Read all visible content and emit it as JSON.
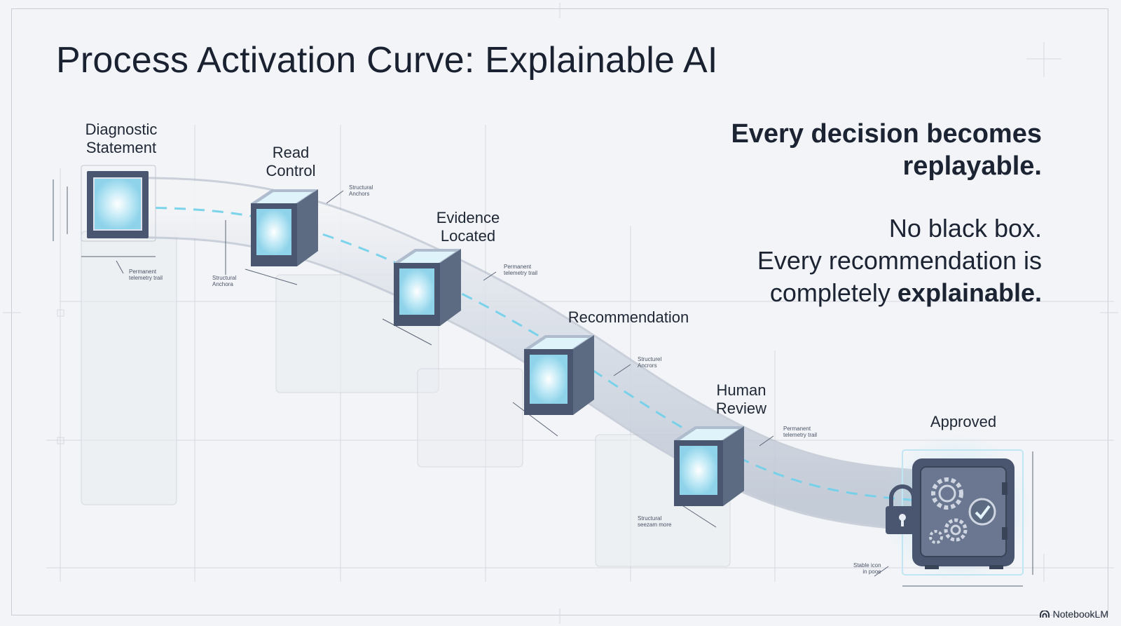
{
  "title": "Process Activation Curve: Explainable AI",
  "stages": [
    {
      "line1": "Diagnostic",
      "line2": "Statement"
    },
    {
      "line1": "Read",
      "line2": "Control"
    },
    {
      "line1": "Evidence",
      "line2": "Located"
    },
    {
      "line1": "Recommendation",
      "line2": ""
    },
    {
      "line1": "Human",
      "line2": "Review"
    },
    {
      "line1": "Approved",
      "line2": ""
    }
  ],
  "annotations": [
    {
      "line1": "Permanent",
      "line2": "telemetry trail"
    },
    {
      "line1": "Structural",
      "line2": "Anchora"
    },
    {
      "line1": "Structural",
      "line2": "Anchors"
    },
    {
      "line1": "Permanent",
      "line2": "telemetry trail"
    },
    {
      "line1": "Structurel",
      "line2": "Ancrors"
    },
    {
      "line1": "Structural",
      "line2": "seezam more"
    },
    {
      "line1": "Permanent",
      "line2": "telemetry trail"
    },
    {
      "line1": "Stable icon",
      "line2": "in pooe"
    }
  ],
  "panel": {
    "headline_line1": "Every decision becomes",
    "headline_line2": "replayable.",
    "line3": "No black box.",
    "line4": "Every recommendation is",
    "line5_prefix": "completely ",
    "line5_bold": "explainable."
  },
  "icons": [
    "cube-node-icon",
    "safe-icon",
    "padlock-icon",
    "gear-icon",
    "checkmark-icon",
    "notebooklm-logo-icon"
  ],
  "colors": {
    "accent": "#6fd0ea",
    "ink": "#1c2433",
    "node": "#4a5670",
    "background": "#f2f4f7"
  },
  "watermark": "NotebookLM"
}
